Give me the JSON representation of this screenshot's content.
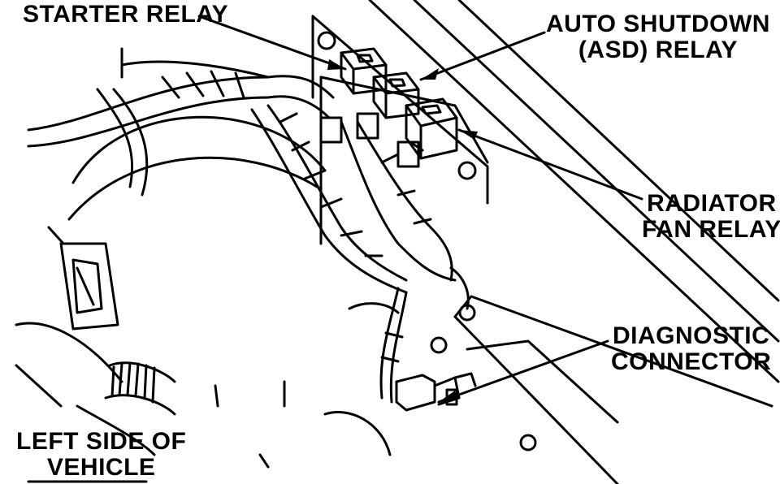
{
  "diagram": {
    "labels": {
      "starter_relay": "STARTER RELAY",
      "asd_relay": [
        "AUTO SHUTDOWN",
        "(ASD) RELAY"
      ],
      "radiator_fan_relay": [
        "RADIATOR",
        "FAN RELAY"
      ],
      "diagnostic_connector": [
        "DIAGNOSTIC",
        "CONNECTOR"
      ],
      "left_side": [
        "LEFT SIDE OF",
        "VEHICLE"
      ]
    },
    "colors": {
      "ink": "#000000",
      "paper": "#ffffff"
    },
    "icons": [
      "relay",
      "connector",
      "wiring-harness",
      "bolt"
    ]
  }
}
